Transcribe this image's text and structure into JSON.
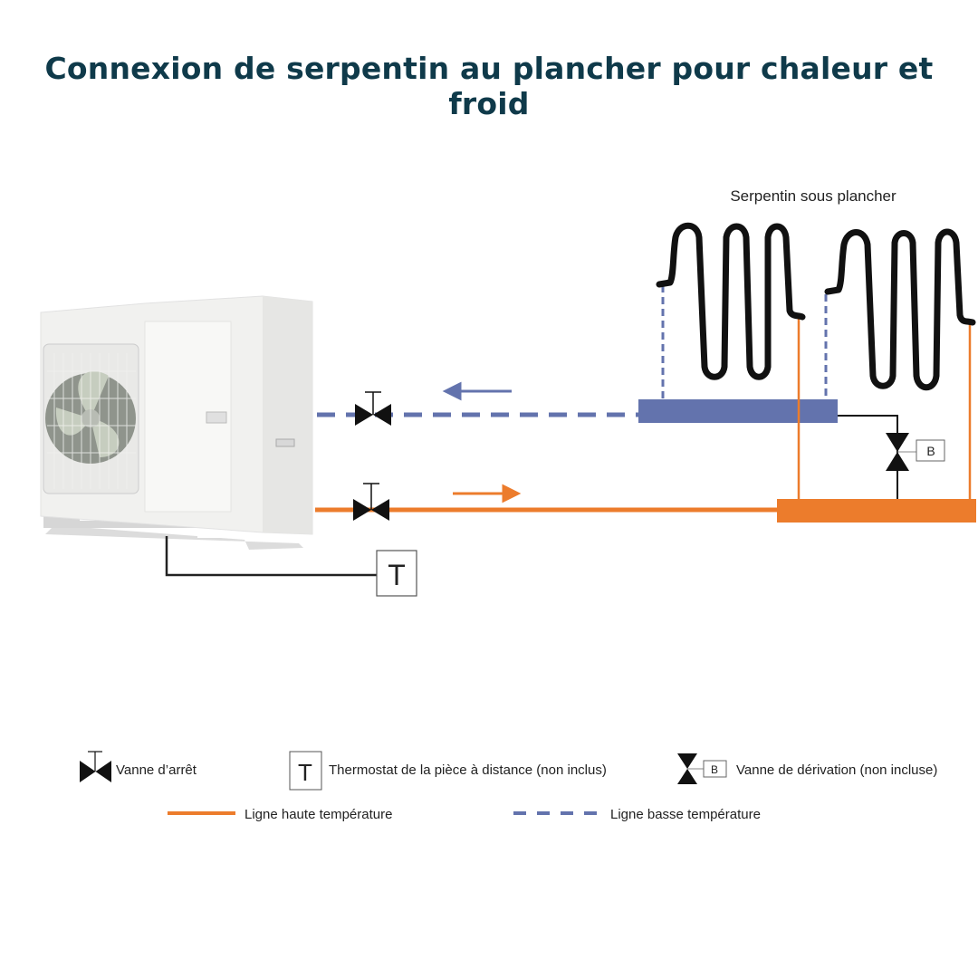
{
  "title": "Connexion de serpentin au plancher pour chaleur et froid",
  "diagram": {
    "coil_label": "Serpentin sous plancher",
    "thermostat_letter": "T",
    "bypass_letter": "B"
  },
  "legend": {
    "shutoff_valve": "Vanne d’arrêt",
    "thermostat": "Thermostat de la pièce à distance (non inclus)",
    "thermostat_letter": "T",
    "bypass_valve": "Vanne de dérivation (non incluse)",
    "bypass_letter": "B",
    "high_temp_line": "Ligne haute température",
    "low_temp_line": "Ligne basse température"
  },
  "colors": {
    "title": "#0f3a4a",
    "high_temp": "#ec7c2c",
    "low_temp": "#6373ad",
    "coil": "#111111"
  }
}
